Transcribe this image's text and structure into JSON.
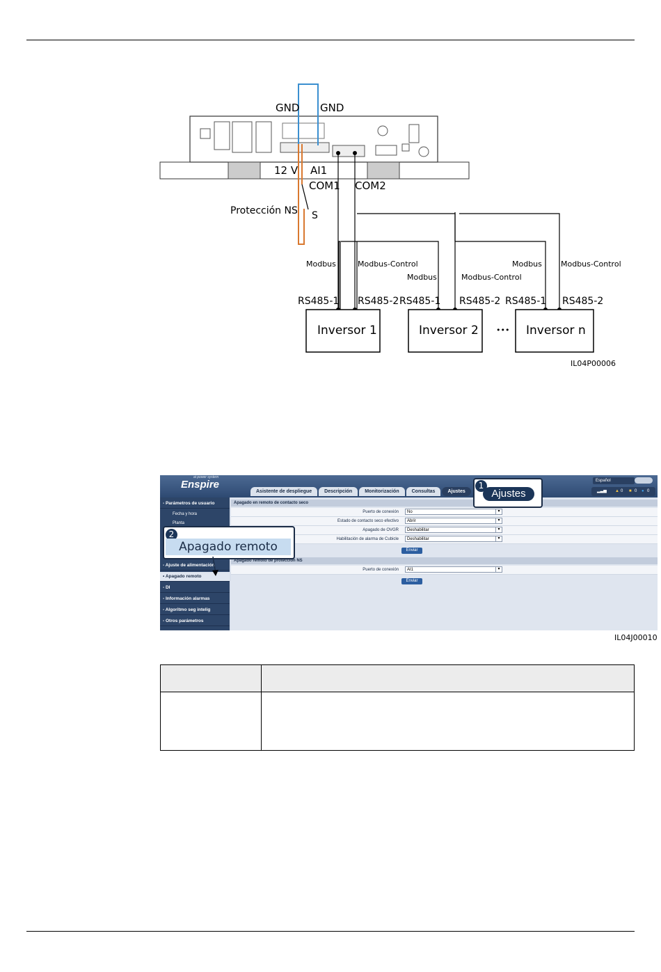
{
  "diagram": {
    "labels": {
      "gnd_left": "GND",
      "gnd_right": "GND",
      "v12": "12 V",
      "ai1": "AI1",
      "com1": "COM1",
      "com2": "COM2",
      "proteccion": "Protección NS",
      "switch": "S",
      "modbus_1": "Modbus",
      "modbus_control_1": "Modbus-Control",
      "modbus_2": "Modbus",
      "modbus_control_2": "Modbus-Control",
      "modbus_3": "Modbus",
      "modbus_control_3": "Modbus-Control",
      "rs485_1a": "RS485-1",
      "rs485_2a": "RS485-2",
      "rs485_1b": "RS485-1",
      "rs485_2b": "RS485-2",
      "rs485_1c": "RS485-1",
      "rs485_2c": "RS485-2",
      "ellipsis": "•••",
      "code": "IL04P00006"
    },
    "inverters": [
      "Inversor 1",
      "Inversor 2",
      "Inversor n"
    ],
    "colors": {
      "gnd_wire": "#3a8fd0",
      "signal_wire": "#d9782f"
    }
  },
  "screenshot": {
    "logo": "Enspire",
    "logo_sub": "ai power system",
    "language": "Español",
    "tabs": [
      "Asistente de despliegue",
      "Descripción",
      "Monitorización",
      "Consultas",
      "Ajustes"
    ],
    "status": {
      "alarm1": "0",
      "alarm2": "0",
      "alarm3": "0"
    },
    "sidebar": {
      "items": [
        {
          "label": "- Parámetros de usuario"
        },
        {
          "label": "Fecha y hora"
        },
        {
          "label": "Planta"
        },
        {
          "label": "- Ajuste de alimentación"
        },
        {
          "label": "• Apagado remoto"
        },
        {
          "label": "- DI"
        },
        {
          "label": "- Información alarmas"
        },
        {
          "label": "- Algoritmo seg intelig"
        },
        {
          "label": "- Otros parámetros"
        }
      ]
    },
    "section1": {
      "title": "Apagado en remoto de contacto seco",
      "rows": [
        {
          "label": "Puerto de conexión",
          "value": "No"
        },
        {
          "label": "Estado de contacto seco efectivo",
          "value": "Abrir"
        },
        {
          "label": "Apagado de OVGR",
          "value": "Deshabilitar"
        },
        {
          "label": "Habilitación de alarma de Cubicle",
          "value": "Deshabilitar"
        }
      ],
      "button": "Enviar"
    },
    "section2": {
      "title": "Apagado remoto de protección NS",
      "rows": [
        {
          "label": "Puerto de conexión",
          "value": "AI1"
        }
      ],
      "button": "Enviar"
    },
    "callouts": [
      {
        "num": "1",
        "text": "Ajustes"
      },
      {
        "num": "2",
        "text": "Apagado remoto"
      }
    ],
    "code": "IL04J00010"
  }
}
